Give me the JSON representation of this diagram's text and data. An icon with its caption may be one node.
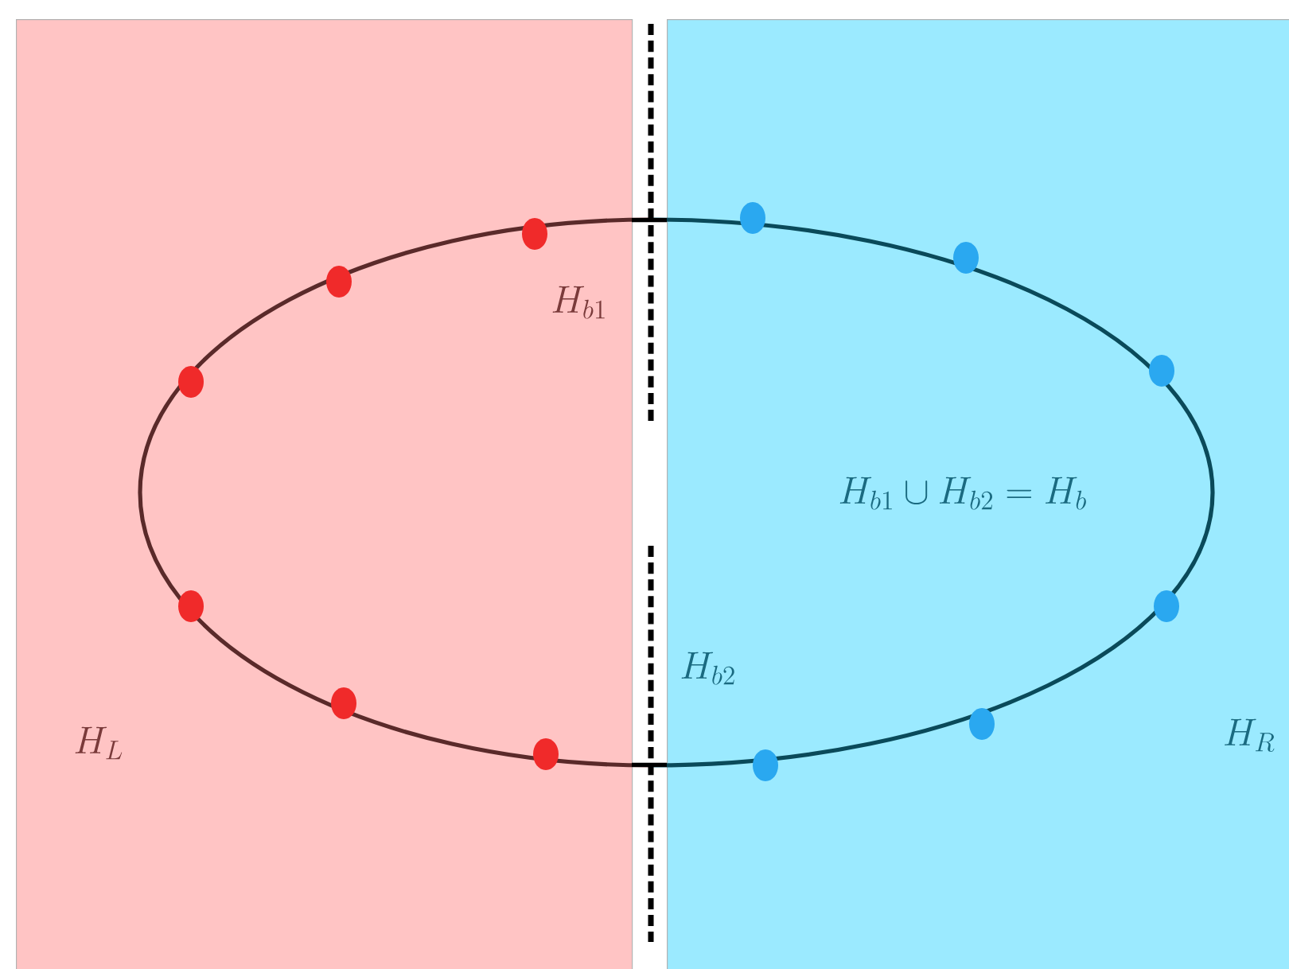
{
  "diagram": {
    "nodes": [
      {
        "text": [
          "H_{b1}",
          "H_L"
        ]
      },
      {
        "text": [
          "H_{b2}",
          "H_{b1} \\cup H_{b2} = H_b",
          "H_R"
        ]
      }
    ]
  }
}
